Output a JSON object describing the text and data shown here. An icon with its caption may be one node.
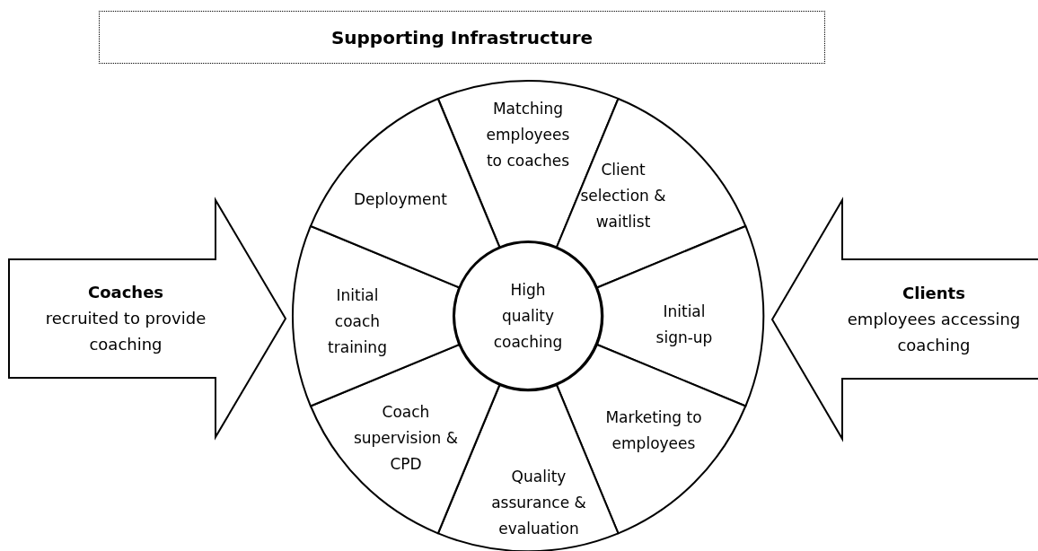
{
  "diagram": {
    "nodes": [
      {
        "text": [
          "Supporting Infrastructure"
        ]
      },
      {
        "text": [],
        "shape": "circle"
      },
      {
        "text": [
          "High quality coaching"
        ],
        "in": 1
      },
      {
        "text": [
          "Matching employees to coaches"
        ],
        "in": 1
      },
      {
        "text": [
          "Client selection & waitlist"
        ],
        "in": 1
      },
      {
        "text": [
          "Initial sign-up"
        ],
        "in": 1
      },
      {
        "text": [
          "Marketing to employees"
        ],
        "in": 1
      },
      {
        "text": [
          "Quality assurance & evaluation"
        ],
        "in": 1
      },
      {
        "text": [
          "Coach supervision & CPD"
        ],
        "in": 1
      },
      {
        "text": [
          "Initial coach training"
        ],
        "in": 1
      },
      {
        "text": [
          "Deployment"
        ],
        "in": 1
      },
      {
        "text": [
          "Coaches",
          "recruited to provide coaching"
        ]
      },
      {
        "text": [
          "Clients",
          "employees accessing coaching"
        ]
      }
    ]
  }
}
